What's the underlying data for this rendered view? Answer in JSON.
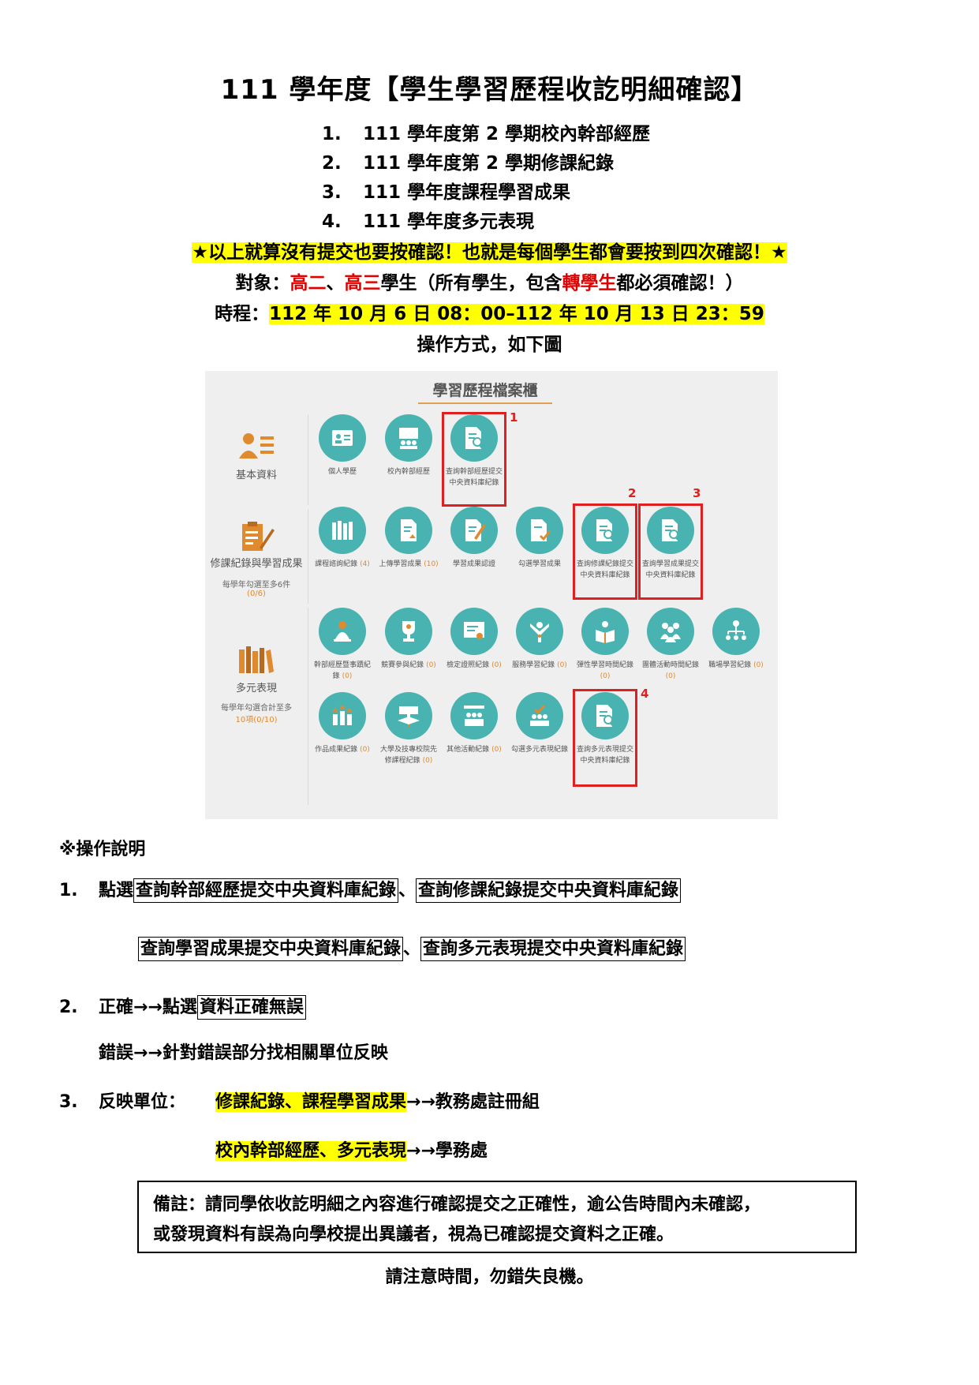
{
  "title": "111 學年度【學生學習歷程收訖明細確認】",
  "list": [
    {
      "num": "1.",
      "text": "111 學年度第 2 學期校內幹部經歷"
    },
    {
      "num": "2.",
      "text": "111 學年度第 2 學期修課紀錄"
    },
    {
      "num": "3.",
      "text": "111 學年度課程學習成果"
    },
    {
      "num": "4.",
      "text": "111 學年度多元表現"
    }
  ],
  "warning": "★以上就算沒有提交也要按確認！也就是每個學生都會要按到四次確認！★",
  "target": {
    "label": "對象：",
    "g2": "高二",
    "sep": "、",
    "g3": "高三",
    "students": "學生（所有學生，包含",
    "transfer": "轉學生",
    "end": "都必須確認！）"
  },
  "schedule": {
    "label": "時程：",
    "value": "112 年 10 月 6 日 08：00–112 年 10 月 13 日 23：59"
  },
  "method": "操作方式，如下圖",
  "panel": {
    "title": "學習歷程檔案櫃",
    "categories": [
      {
        "name": "基本資料",
        "sub": ""
      },
      {
        "name": "修課紀錄與學習成果",
        "sub": "每學年勾選至多6件",
        "count": "(0/6)"
      },
      {
        "name": "多元表現",
        "sub": "每學年勾選合計至多",
        "count": "10項(0/10)"
      }
    ],
    "row1": [
      {
        "label": "個人學歷",
        "icon": "id-card-icon"
      },
      {
        "label": "校內幹部經歷",
        "icon": "group-board-icon"
      },
      {
        "label": "查詢幹部經歷提交中央資料庫紀錄",
        "icon": "doc-search-icon"
      }
    ],
    "row2": [
      {
        "label": "課程諮詢紀錄",
        "count": "(4)",
        "icon": "books-icon"
      },
      {
        "label": "上傳學習成果",
        "count": "(10)",
        "icon": "upload-doc-icon"
      },
      {
        "label": "學習成果認證",
        "count": "",
        "icon": "doc-pencil-icon"
      },
      {
        "label": "勾選學習成果",
        "count": "",
        "icon": "doc-check-icon"
      },
      {
        "label": "查詢修課紀錄提交中央資料庫紀錄",
        "count": "",
        "icon": "doc-search-icon"
      },
      {
        "label": "查詢學習成果提交中央資料庫紀錄",
        "count": "",
        "icon": "doc-search-icon"
      }
    ],
    "row3": [
      {
        "label": "幹部經歷暨事蹟紀錄",
        "count": "(0)",
        "icon": "people-icon"
      },
      {
        "label": "競賽參與紀錄",
        "count": "(0)",
        "icon": "trophy-icon"
      },
      {
        "label": "檢定證照紀錄",
        "count": "(0)",
        "icon": "certificate-icon"
      },
      {
        "label": "服務學習紀錄",
        "count": "(0)",
        "icon": "volunteer-icon"
      },
      {
        "label": "彈性學習時間紀錄",
        "count": "(0)",
        "icon": "reading-icon"
      },
      {
        "label": "團體活動時間紀錄",
        "count": "(0)",
        "icon": "team-icon"
      },
      {
        "label": "職場學習紀錄",
        "count": "(0)",
        "icon": "org-chart-icon"
      }
    ],
    "row4": [
      {
        "label": "作品成果紀錄",
        "count": "(0)",
        "icon": "award-bars-icon"
      },
      {
        "label": "大學及技專校院先修課程紀錄",
        "count": "(0)",
        "icon": "graduation-icon"
      },
      {
        "label": "其他活動紀錄",
        "count": "(0)",
        "icon": "presentation-icon"
      },
      {
        "label": "勾選多元表現紀錄",
        "count": "",
        "icon": "team-check-icon"
      },
      {
        "label": "查詢多元表現提交中央資料庫紀錄",
        "count": "",
        "icon": "doc-search-icon"
      }
    ],
    "markers": [
      "1",
      "2",
      "3",
      "4"
    ],
    "colors": {
      "teal": "#48b3b0",
      "orange": "#e08a30",
      "red": "#e02020"
    }
  },
  "instructions": {
    "heading": "※操作說明",
    "s1_num": "1.",
    "s1_pre": "點選",
    "s1_a": "查詢幹部經歷提交中央資料庫紀錄",
    "s1_sep1": "、",
    "s1_b": "查詢修課紀錄提交中央資料庫紀錄",
    "s1_c": "查詢學習成果提交中央資料庫紀錄",
    "s1_sep2": "、",
    "s1_d": "查詢多元表現提交中央資料庫紀錄",
    "s2_num": "2.",
    "s2_pre": "正確→→點選",
    "s2_box": "資料正確無誤",
    "s2_err": "錯誤→→針對錯誤部分找相關單位反映",
    "s3_num": "3.",
    "s3_label": "反映單位：",
    "s3_a": "修課紀錄、課程學習成果",
    "s3_a_to": "→→教務處註冊組",
    "s3_b": "校內幹部經歷、多元表現",
    "s3_b_to": "→→學務處"
  },
  "note": {
    "line1": "備註：請同學依收訖明細之內容進行確認提交之正確性，逾公告時間內未確認，",
    "line2": "或發現資料有誤為向學校提出異議者，視為已確認提交資料之正確。"
  },
  "footer": "請注意時間，勿錯失良機。"
}
